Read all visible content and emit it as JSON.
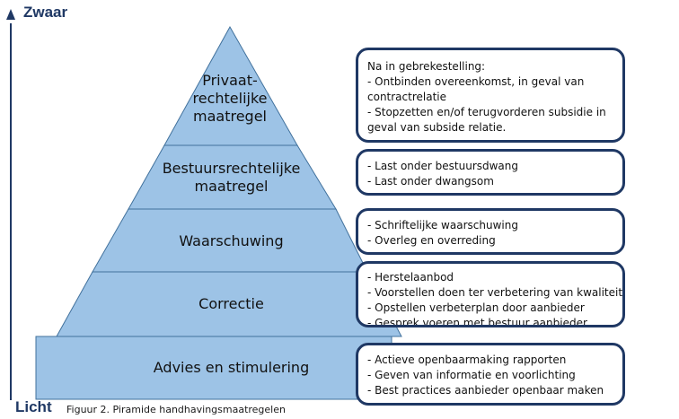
{
  "axis": {
    "top_label": "Zwaar",
    "bottom_label": "Licht"
  },
  "caption": "Figuur 2. Piramide handhavingsmaatregelen",
  "levels": [
    {
      "label": "Privaat-\nrechtelijke\nmaatregel",
      "notes": [
        "Na in gebrekestelling:",
        "- Ontbinden overeenkomst, in geval van",
        "contractrelatie",
        "- Stopzetten en/of terugvorderen subsidie in",
        "geval van subside relatie."
      ]
    },
    {
      "label": "Bestuursrechtelijke\nmaatregel",
      "notes": [
        "- Last onder bestuursdwang",
        "- Last onder dwangsom"
      ]
    },
    {
      "label": "Waarschuwing",
      "notes": [
        "- Schriftelijke waarschuwing",
        "- Overleg en overreding"
      ]
    },
    {
      "label": "Correctie",
      "notes": [
        "- Herstelaanbod",
        "- Voorstellen doen ter verbetering van kwaliteit",
        "- Opstellen verbeterplan door aanbieder",
        "- Gesprek voeren met bestuur aanbieder"
      ]
    },
    {
      "label": "Advies en stimulering",
      "notes": [
        "- Actieve openbaarmaking rapporten",
        "- Geven van informatie en voorlichting",
        "- Best practices aanbieder openbaar maken"
      ]
    }
  ],
  "colors": {
    "pyramid_fill": "#9dc3e6",
    "pyramid_stroke": "#41719c",
    "box_border": "#1f3864",
    "axis": "#1f3864"
  }
}
